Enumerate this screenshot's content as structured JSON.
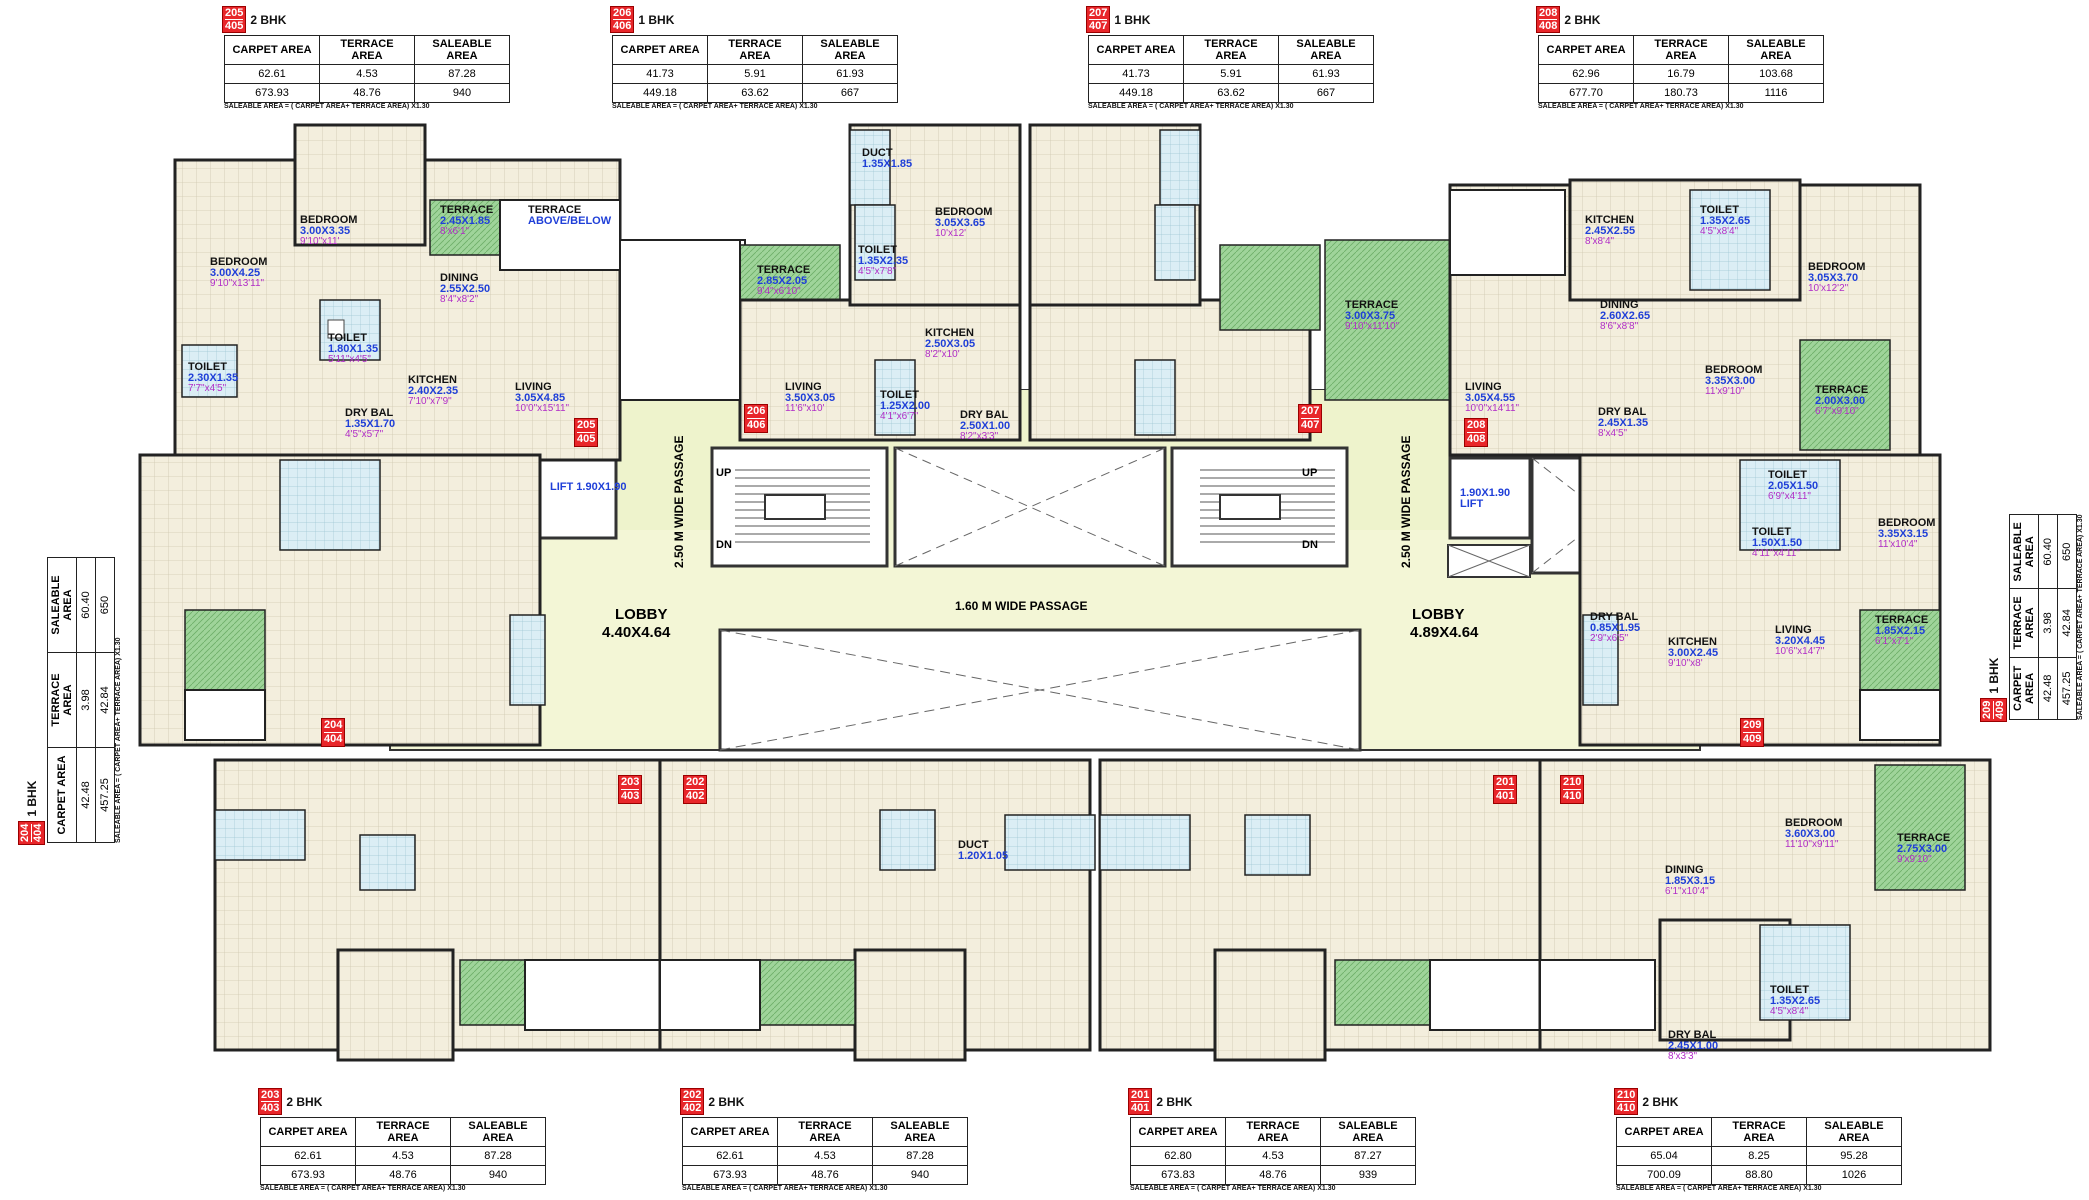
{
  "headers": [
    "CARPET AREA",
    "TERRACE AREA",
    "SALEABLE AREA"
  ],
  "formula": "SALEABLE AREA = ( CARPET AREA+ TERRACE AREA) X1.30",
  "tables": [
    {
      "id": "t205",
      "nums": [
        "205",
        "405"
      ],
      "type": "2 BHK",
      "r1": [
        "62.61",
        "4.53",
        "87.28"
      ],
      "r2": [
        "673.93",
        "48.76",
        "940"
      ]
    },
    {
      "id": "t206",
      "nums": [
        "206",
        "406"
      ],
      "type": "1 BHK",
      "r1": [
        "41.73",
        "5.91",
        "61.93"
      ],
      "r2": [
        "449.18",
        "63.62",
        "667"
      ]
    },
    {
      "id": "t207",
      "nums": [
        "207",
        "407"
      ],
      "type": "1 BHK",
      "r1": [
        "41.73",
        "5.91",
        "61.93"
      ],
      "r2": [
        "449.18",
        "63.62",
        "667"
      ]
    },
    {
      "id": "t208",
      "nums": [
        "208",
        "408"
      ],
      "type": "2 BHK",
      "r1": [
        "62.96",
        "16.79",
        "103.68"
      ],
      "r2": [
        "677.70",
        "180.73",
        "1116"
      ]
    },
    {
      "id": "t203",
      "nums": [
        "203",
        "403"
      ],
      "type": "2 BHK",
      "r1": [
        "62.61",
        "4.53",
        "87.28"
      ],
      "r2": [
        "673.93",
        "48.76",
        "940"
      ]
    },
    {
      "id": "t202",
      "nums": [
        "202",
        "402"
      ],
      "type": "2 BHK",
      "r1": [
        "62.61",
        "4.53",
        "87.28"
      ],
      "r2": [
        "673.93",
        "48.76",
        "940"
      ]
    },
    {
      "id": "t201",
      "nums": [
        "201",
        "401"
      ],
      "type": "2 BHK",
      "r1": [
        "62.80",
        "4.53",
        "87.27"
      ],
      "r2": [
        "673.83",
        "48.76",
        "939"
      ]
    },
    {
      "id": "t210",
      "nums": [
        "210",
        "410"
      ],
      "type": "2 BHK",
      "r1": [
        "65.04",
        "8.25",
        "95.28"
      ],
      "r2": [
        "700.09",
        "88.80",
        "1026"
      ]
    },
    {
      "id": "t204",
      "nums": [
        "204",
        "404"
      ],
      "type": "1 BHK",
      "r1": [
        "42.48",
        "3.98",
        "60.40"
      ],
      "r2": [
        "457.25",
        "42.84",
        "650"
      ]
    },
    {
      "id": "t209",
      "nums": [
        "209",
        "409"
      ],
      "type": "1 BHK",
      "r1": [
        "42.48",
        "3.98",
        "60.40"
      ],
      "r2": [
        "457.25",
        "42.84",
        "650"
      ]
    }
  ],
  "apartments": [
    [
      "205",
      "405"
    ],
    [
      "206",
      "406"
    ],
    [
      "207",
      "407"
    ],
    [
      "208",
      "408"
    ],
    [
      "204",
      "404"
    ],
    [
      "209",
      "409"
    ],
    [
      "203",
      "403"
    ],
    [
      "202",
      "402"
    ],
    [
      "201",
      "401"
    ],
    [
      "210",
      "410"
    ]
  ],
  "common": {
    "lobby_left": "LOBBY",
    "lobby_left_dim": "4.40X4.64",
    "lobby_right": "LOBBY",
    "lobby_right_dim": "4.89X4.64",
    "passage_h": "1.60 M WIDE PASSAGE",
    "passage_v": "2.50 M WIDE PASSAGE",
    "lift": "LIFT",
    "lift_dim": "1.90X1.90",
    "up": "UP",
    "dn": "DN"
  },
  "rooms": [
    {
      "n": "BEDROOM",
      "d": "3.00X4.25",
      "f": "9'10\"x13'11\""
    },
    {
      "n": "BEDROOM",
      "d": "3.00X3.35",
      "f": "9'10\"x11'"
    },
    {
      "n": "TERRACE",
      "d": "2.45X1.85",
      "f": "8'x6'1\""
    },
    {
      "n": "DINING",
      "d": "2.55X2.50",
      "f": "8'4\"x8'2\""
    },
    {
      "n": "TOILET",
      "d": "2.30X1.35",
      "f": "7'7\"x4'5\""
    },
    {
      "n": "TOILET",
      "d": "1.80X1.35",
      "f": "5'11\"x4'5\""
    },
    {
      "n": "KITCHEN",
      "d": "2.40X2.35",
      "f": "7'10\"x7'9\""
    },
    {
      "n": "LIVING",
      "d": "3.05X4.85",
      "f": "10'0\"x15'11\""
    },
    {
      "n": "DRY BAL",
      "d": "1.35X1.70",
      "f": "4'5\"x5'7\""
    },
    {
      "n": "TERRACE",
      "d": "ABOVE/BELOW",
      "f": ""
    },
    {
      "n": "DUCT",
      "d": "1.35X1.85",
      "f": ""
    },
    {
      "n": "BEDROOM",
      "d": "3.05X3.65",
      "f": "10'x12'"
    },
    {
      "n": "TOILET",
      "d": "1.35X2.35",
      "f": "4'5\"x7'8\""
    },
    {
      "n": "TERRACE",
      "d": "2.85X2.05",
      "f": "9'4\"x6'10\""
    },
    {
      "n": "LIVING",
      "d": "3.50X3.05",
      "f": "11'6\"x10'"
    },
    {
      "n": "KITCHEN",
      "d": "2.50X3.05",
      "f": "8'2\"x10'"
    },
    {
      "n": "TOILET",
      "d": "1.25X2.00",
      "f": "4'1\"x6'7\""
    },
    {
      "n": "DRY BAL",
      "d": "2.50X1.00",
      "f": "8'2\"x3'3\""
    },
    {
      "n": "TERRACE",
      "d": "3.00X3.75",
      "f": "9'10\"x11'10\""
    },
    {
      "n": "KITCHEN",
      "d": "2.45X2.55",
      "f": "8'x8'4\""
    },
    {
      "n": "TOILET",
      "d": "1.35X2.65",
      "f": "4'5\"x8'4\""
    },
    {
      "n": "BEDROOM",
      "d": "3.05X3.70",
      "f": "10'x12'2\""
    },
    {
      "n": "DINING",
      "d": "2.60X2.65",
      "f": "8'6\"x8'8\""
    },
    {
      "n": "LIVING",
      "d": "3.05X4.55",
      "f": "10'0\"x14'11\""
    },
    {
      "n": "BEDROOM",
      "d": "3.35X3.00",
      "f": "11'x9'10\""
    },
    {
      "n": "DRY BAL",
      "d": "2.45X1.35",
      "f": "8'x4'5\""
    },
    {
      "n": "TERRACE",
      "d": "2.00X3.00",
      "f": "6'7\"x9'10\""
    },
    {
      "n": "BEDROOM",
      "d": "3.35X3.15",
      "f": "11'x10'4\""
    },
    {
      "n": "TOILET",
      "d": "2.05X1.50",
      "f": "6'9\"x4'11\""
    },
    {
      "n": "TOILET",
      "d": "1.50X1.50",
      "f": "4'11\"x4'11\""
    },
    {
      "n": "LIVING",
      "d": "3.20X4.45",
      "f": "10'6\"x14'7\""
    },
    {
      "n": "KITCHEN",
      "d": "3.00X2.45",
      "f": "9'10\"x8'"
    },
    {
      "n": "TERRACE",
      "d": "1.85X2.15",
      "f": "6'1\"x7'1\""
    },
    {
      "n": "DRY BAL",
      "d": "0.85X1.95",
      "f": "2'9\"x6'5\""
    },
    {
      "n": "BEDROOM",
      "d": "3.60X3.00",
      "f": "11'10\"x9'11\""
    },
    {
      "n": "TERRACE",
      "d": "2.75X3.00",
      "f": "9'x9'10\""
    },
    {
      "n": "DINING",
      "d": "1.85X3.15",
      "f": "6'1\"x10'4\""
    },
    {
      "n": "DRY BAL",
      "d": "2.45X1.00",
      "f": "8'x3'3\""
    },
    {
      "n": "DUCT",
      "d": "1.20X1.05",
      "f": ""
    },
    {
      "n": "TOILET",
      "d": "1.35X2.65",
      "f": "4'5\"x8'4\""
    }
  ]
}
